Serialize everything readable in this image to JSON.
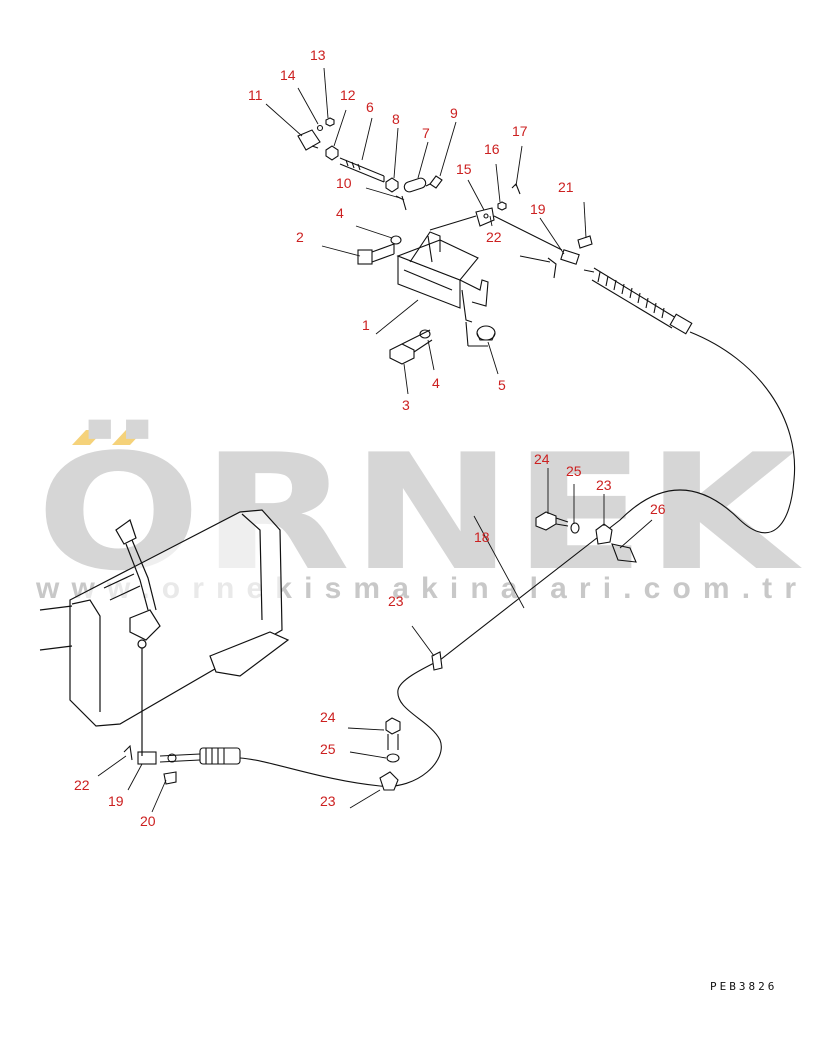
{
  "watermark": {
    "brand": "ÖRNEK",
    "url": "www.ornekismakinalari.com.tr",
    "brand_color": "#d6d6d6",
    "accent_color": "#f5d27a"
  },
  "drawing_code": "PEB3826",
  "label_color": "#cc2020",
  "callouts": [
    "1",
    "2",
    "3",
    "4",
    "4",
    "5",
    "6",
    "7",
    "8",
    "9",
    "10",
    "11",
    "12",
    "13",
    "14",
    "15",
    "16",
    "17",
    "18",
    "19",
    "19",
    "20",
    "21",
    "22",
    "22",
    "23",
    "23",
    "23",
    "24",
    "24",
    "25",
    "25",
    "26"
  ]
}
